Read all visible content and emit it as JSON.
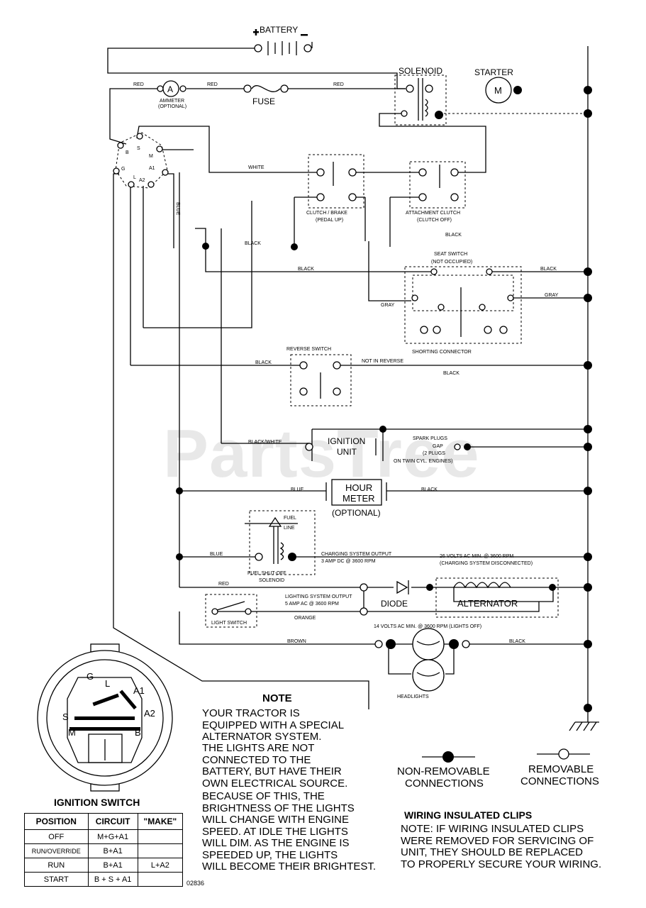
{
  "labels": {
    "battery": "BATTERY",
    "solenoid": "SOLENOID",
    "starter": "STARTER",
    "starter_m": "M",
    "ammeter_a": "A",
    "ammeter": "AMMETER",
    "ammeter_opt": "(OPTIONAL)",
    "fuse": "FUSE",
    "sw_b": "B",
    "sw_s": "S",
    "sw_m": "M",
    "sw_g": "G",
    "sw_a1": "A1",
    "sw_l": "L",
    "sw_a2": "A2",
    "clutch_brake": "CLUTCH / BRAKE",
    "pedal_up": "(PEDAL UP)",
    "attach_clutch": "ATTACHMENT CLUTCH",
    "clutch_off": "(CLUTCH OFF)",
    "seat_switch": "SEAT SWITCH",
    "not_occupied": "(NOT OCCUPIED)",
    "shorting_connector": "SHORTING CONNECTOR",
    "reverse_switch": "REVERSE SWITCH",
    "not_in_reverse": "NOT IN REVERSE",
    "ignition_unit_1": "IGNITION",
    "ignition_unit_2": "UNIT",
    "spark_plugs": "SPARK PLUGS",
    "gap": "GAP",
    "two_plugs": "(2 PLUGS",
    "twin_cyl": "ON TWIN CYL. ENGINES)",
    "hour_1": "HOUR",
    "hour_2": "METER",
    "hour_opt": "(OPTIONAL)",
    "fuel_1": "FUEL",
    "fuel_2": "LINE",
    "fuel_sol_1": "FUEL SHUT-OFF",
    "fuel_sol_2": "SOLENOID",
    "charging_1": "CHARGING SYSTEM OUTPUT",
    "charging_2": "3 AMP DC @ 3600 RPM",
    "ac26_1": "26 VOLTS AC MIN. @ 3600 RPM",
    "ac26_2": "(CHARGING SYSTEM DISCONNECTED)",
    "diode": "DIODE",
    "alternator": "ALTERNATOR",
    "lighting_1": "LIGHTING SYSTEM OUTPUT",
    "lighting_2": "5 AMP AC @ 3600 RPM",
    "ac14": "14 VOLTS AC MIN. @ 3600 RPM (LIGHTS OFF)",
    "light_switch": "LIGHT SWITCH",
    "headlights": "HEADLIGHTS",
    "ignition_switch": "IGNITION SWITCH",
    "drawing_no": "02836"
  },
  "wire_colors": {
    "red_1": "RED",
    "red_2": "RED",
    "red_3": "RED",
    "red_4": "RED",
    "white": "WHITE",
    "blue_v": "BLUE",
    "black_1": "BLACK",
    "black_2": "BLACK",
    "black_3": "BLACK",
    "black_4": "BLACK",
    "black_5": "BLACK",
    "black_6": "BLACK",
    "black_7": "BLACK",
    "black_8": "BLACK",
    "gray_1": "GRAY",
    "gray_2": "GRAY",
    "black_white": "BLACK/WHITE",
    "blue_1": "BLUE",
    "blue_2": "BLUE",
    "orange": "ORANGE",
    "brown": "BROWN"
  },
  "note": {
    "title": "NOTE",
    "lines": [
      "YOUR TRACTOR IS",
      "EQUIPPED WITH A SPECIAL",
      "ALTERNATOR SYSTEM.",
      "THE LIGHTS ARE NOT",
      "CONNECTED TO THE",
      "BATTERY, BUT HAVE THEIR",
      "OWN ELECTRICAL SOURCE.",
      "BECAUSE OF THIS, THE",
      "BRIGHTNESS OF THE LIGHTS",
      "WILL CHANGE WITH ENGINE",
      "SPEED.  AT IDLE THE LIGHTS",
      "WILL DIM.  AS THE ENGINE IS",
      "SPEEDED UP, THE LIGHTS",
      "WILL BECOME THEIR BRIGHTEST."
    ]
  },
  "legend": {
    "nonremovable_1": "NON-REMOVABLE",
    "nonremovable_2": "CONNECTIONS",
    "removable_1": "REMOVABLE",
    "removable_2": "CONNECTIONS"
  },
  "clips": {
    "title": "WIRING INSULATED CLIPS",
    "lines": [
      "NOTE: IF WIRING INSULATED CLIPS",
      "WERE REMOVED FOR SERVICING OF",
      "UNIT, THEY SHOULD BE REPLACED",
      "TO PROPERLY SECURE YOUR WIRING."
    ]
  },
  "switch_table": {
    "headers": [
      "POSITION",
      "CIRCUIT",
      "\"MAKE\""
    ],
    "rows": [
      [
        "OFF",
        "M+G+A1",
        ""
      ],
      [
        "RUN/OVERRIDE",
        "B+A1",
        ""
      ],
      [
        "RUN",
        "B+A1",
        "L+A2"
      ],
      [
        "START",
        "B + S + A1",
        ""
      ]
    ]
  },
  "watermark": "PartsTree"
}
